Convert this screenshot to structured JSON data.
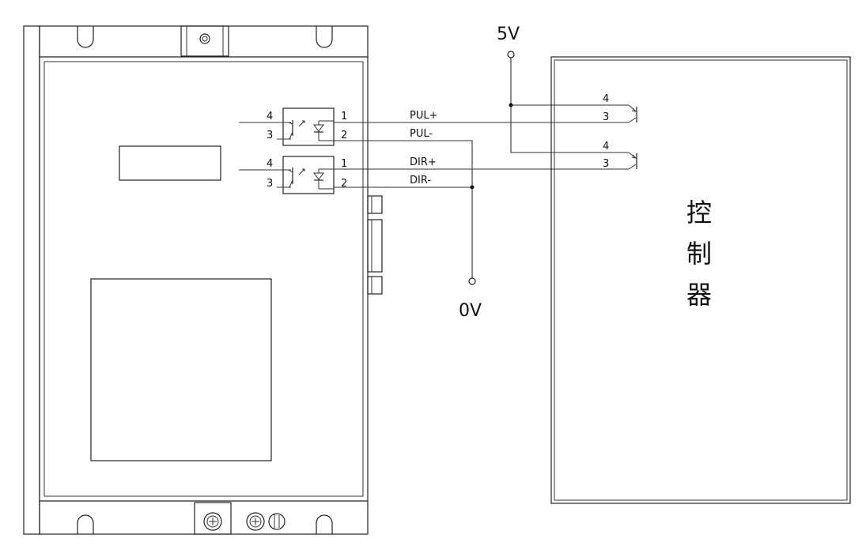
{
  "driver": {
    "opto_pul": {
      "pin_a": "4",
      "pin_b": "3",
      "pin_c": "1",
      "pin_d": "2"
    },
    "opto_dir": {
      "pin_a": "4",
      "pin_b": "3",
      "pin_c": "1",
      "pin_d": "2"
    }
  },
  "signals": {
    "pul_plus": "PUL+",
    "pul_minus": "PUL-",
    "dir_plus": "DIR+",
    "dir_minus": "DIR-"
  },
  "supply": {
    "v5": "5V",
    "v0": "0V"
  },
  "controller": {
    "label_chars": [
      "控",
      "制",
      "器"
    ],
    "tr1": {
      "pin_top": "4",
      "pin_bottom": "3"
    },
    "tr2": {
      "pin_top": "4",
      "pin_bottom": "3"
    }
  }
}
